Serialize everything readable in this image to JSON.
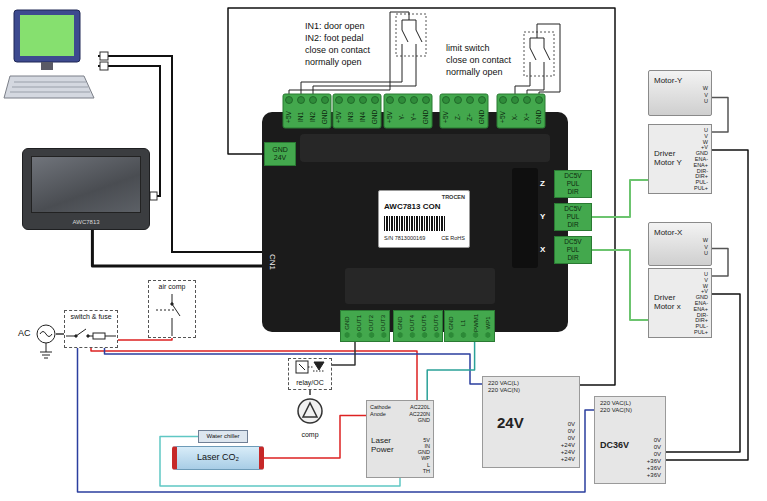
{
  "diagram": {
    "nodes": [
      {
        "text": [
          "AWC7813"
        ]
      },
      {
        "text": [
          "CN1"
        ]
      },
      {
        "text": [
          "AWC7813 CON",
          "TROCEN",
          "S/N 7813000169",
          "CE RoHS"
        ],
        "in": 1
      },
      {
        "text": [
          "GND",
          "24V"
        ],
        "in": 1
      },
      {
        "text": [
          "Z",
          "DC5V",
          "PUL",
          "DIR"
        ],
        "in": 1
      },
      {
        "text": [
          "Y",
          "DC5V",
          "PUL",
          "DIR"
        ],
        "in": 1
      },
      {
        "text": [
          "X",
          "DC5V",
          "PUL",
          "DIR"
        ],
        "in": 1
      },
      {
        "text": [
          "GND",
          "OUT1",
          "OUT2",
          "OUT3"
        ],
        "in": 1
      },
      {
        "text": [
          "GND",
          "OUT4",
          "OUT5",
          "OUT6"
        ],
        "in": 1
      },
      {
        "text": [
          "GND",
          "L1",
          "PWM1",
          "WP1"
        ],
        "in": 1
      },
      {
        "text": [
          "Motor-Y",
          "W",
          "V",
          "U"
        ]
      },
      {
        "text": [
          "Driver Motor Y",
          "U",
          "V",
          "W",
          "+V",
          "GND",
          "ENA-",
          "ENA+",
          "DIR-",
          "DIR+",
          "PUL-",
          "PUL+"
        ]
      },
      {
        "text": [
          "Motor-X",
          "W",
          "V",
          "U"
        ]
      },
      {
        "text": [
          "Driver Motor x",
          "U",
          "V",
          "W",
          "+V",
          "GND",
          "ENA-",
          "ENA+",
          "DIR-",
          "DIR+",
          "PUL-",
          "PUL+"
        ]
      },
      {
        "text": [
          "AC"
        ]
      },
      {
        "text": [
          "switch & fuse"
        ]
      },
      {
        "text": [
          "air comp"
        ]
      },
      {
        "text": [
          "relay/OC"
        ]
      },
      {
        "text": [
          "comp"
        ]
      },
      {
        "text": [
          "Water chiller"
        ]
      },
      {
        "text": [
          "Laser CO₂"
        ]
      },
      {
        "text": [
          "Cathode",
          "Anode",
          "AC220L",
          "AC220N",
          "GND",
          "Laser Power",
          "5V",
          "IN",
          "GND",
          "WP",
          "L",
          "TH"
        ]
      },
      {
        "text": [
          "220 VAC(L)",
          "220 VAC(N)",
          "24V",
          "0V",
          "0V",
          "0V",
          "+24V",
          "+24V",
          "+24V"
        ]
      },
      {
        "text": [
          "220 VAC(L)",
          "220 VAC(N)",
          "DC36V",
          "0V",
          "0V",
          "0V",
          "+36V",
          "+36V",
          "+36V"
        ]
      }
    ],
    "edges": [
      {
        "from": 0,
        "to": 1,
        "arrow": "none"
      },
      {
        "from": 3,
        "to": 22,
        "arrow": "none"
      },
      {
        "from": 5,
        "to": 11,
        "arrow": "none"
      },
      {
        "from": 6,
        "to": 13,
        "arrow": "none"
      },
      {
        "from": 10,
        "to": 11,
        "arrow": "none"
      },
      {
        "from": 12,
        "to": 13,
        "arrow": "none"
      },
      {
        "from": 23,
        "to": 11,
        "arrow": "none"
      },
      {
        "from": 23,
        "to": 13,
        "arrow": "none"
      },
      {
        "from": 14,
        "to": 15,
        "arrow": "none"
      },
      {
        "from": 15,
        "to": 16,
        "arrow": "none"
      },
      {
        "from": 15,
        "to": 21,
        "arrow": "none"
      },
      {
        "from": 15,
        "to": 22,
        "arrow": "none"
      },
      {
        "from": 15,
        "to": 23,
        "arrow": "none"
      },
      {
        "from": 7,
        "to": 17,
        "arrow": "none"
      },
      {
        "from": 17,
        "to": 18,
        "arrow": "none"
      },
      {
        "from": 9,
        "to": 21,
        "arrow": "none"
      },
      {
        "from": 21,
        "to": 20,
        "arrow": "none"
      },
      {
        "from": 19,
        "to": 21,
        "arrow": "none"
      }
    ],
    "labels": [
      "IN1: door open",
      "IN2: foot pedal",
      "close on contact",
      "normally open",
      "limit switch",
      "close on contact",
      "normally open",
      "+5V",
      "IN1",
      "IN2",
      "GND",
      "+5V",
      "IN3",
      "IN4",
      "GND",
      "+5V",
      "Y-",
      "Y+",
      "GND",
      "+5V",
      "Z-",
      "Z+",
      "GND",
      "+5V",
      "X-",
      "X+",
      "GND"
    ]
  }
}
